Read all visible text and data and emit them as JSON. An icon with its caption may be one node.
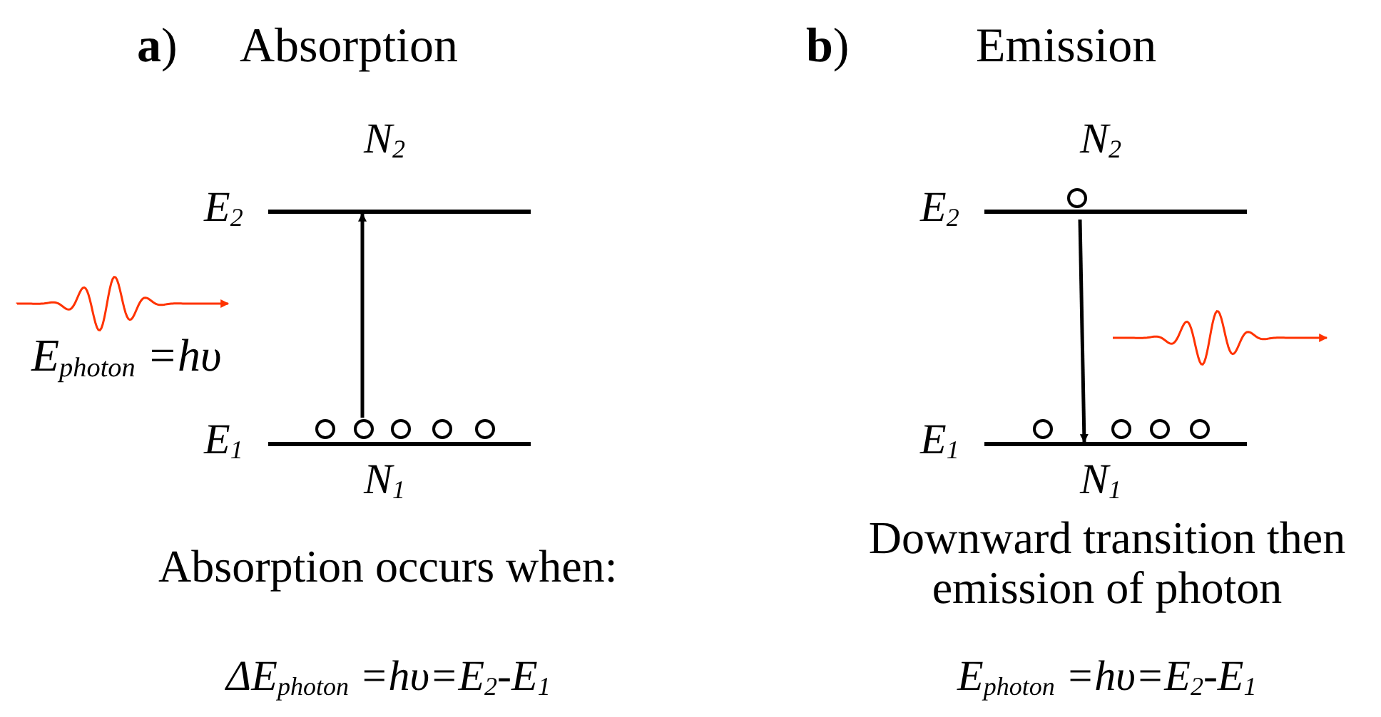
{
  "diagram": {
    "nodes": [
      {
        "text": [],
        "shape": "bar",
        "beside": [
          "E$_{2}$",
          "N$_{2}$"
        ]
      },
      {
        "text": [],
        "shape": "bar",
        "beside": [
          "E$_{1}$",
          "N$_{1}$"
        ]
      },
      {
        "text": [],
        "shape": "bar",
        "beside": [
          "E$_{2}$",
          "N$_{2}$"
        ]
      },
      {
        "text": [],
        "shape": "bar",
        "beside": [
          "E$_{1}$",
          "N$_{1}$"
        ]
      }
    ],
    "edges": [
      {
        "from": 1,
        "to": 0,
        "arrow": "to"
      },
      {
        "from": 2,
        "to": 3,
        "arrow": "to"
      }
    ],
    "labels": [
      "**a**)",
      "Absorption",
      "**b**)",
      "Emission",
      "E$_{photon}$ =hυ",
      "Absorption occurs when:",
      "Downward transition then emission of photon",
      "ΔE$_{photon}$ =hυ=E$_{2}$-E$_{1}$",
      "E$_{photon}$ =hυ=E$_{2}$-E$_{1}$"
    ]
  }
}
